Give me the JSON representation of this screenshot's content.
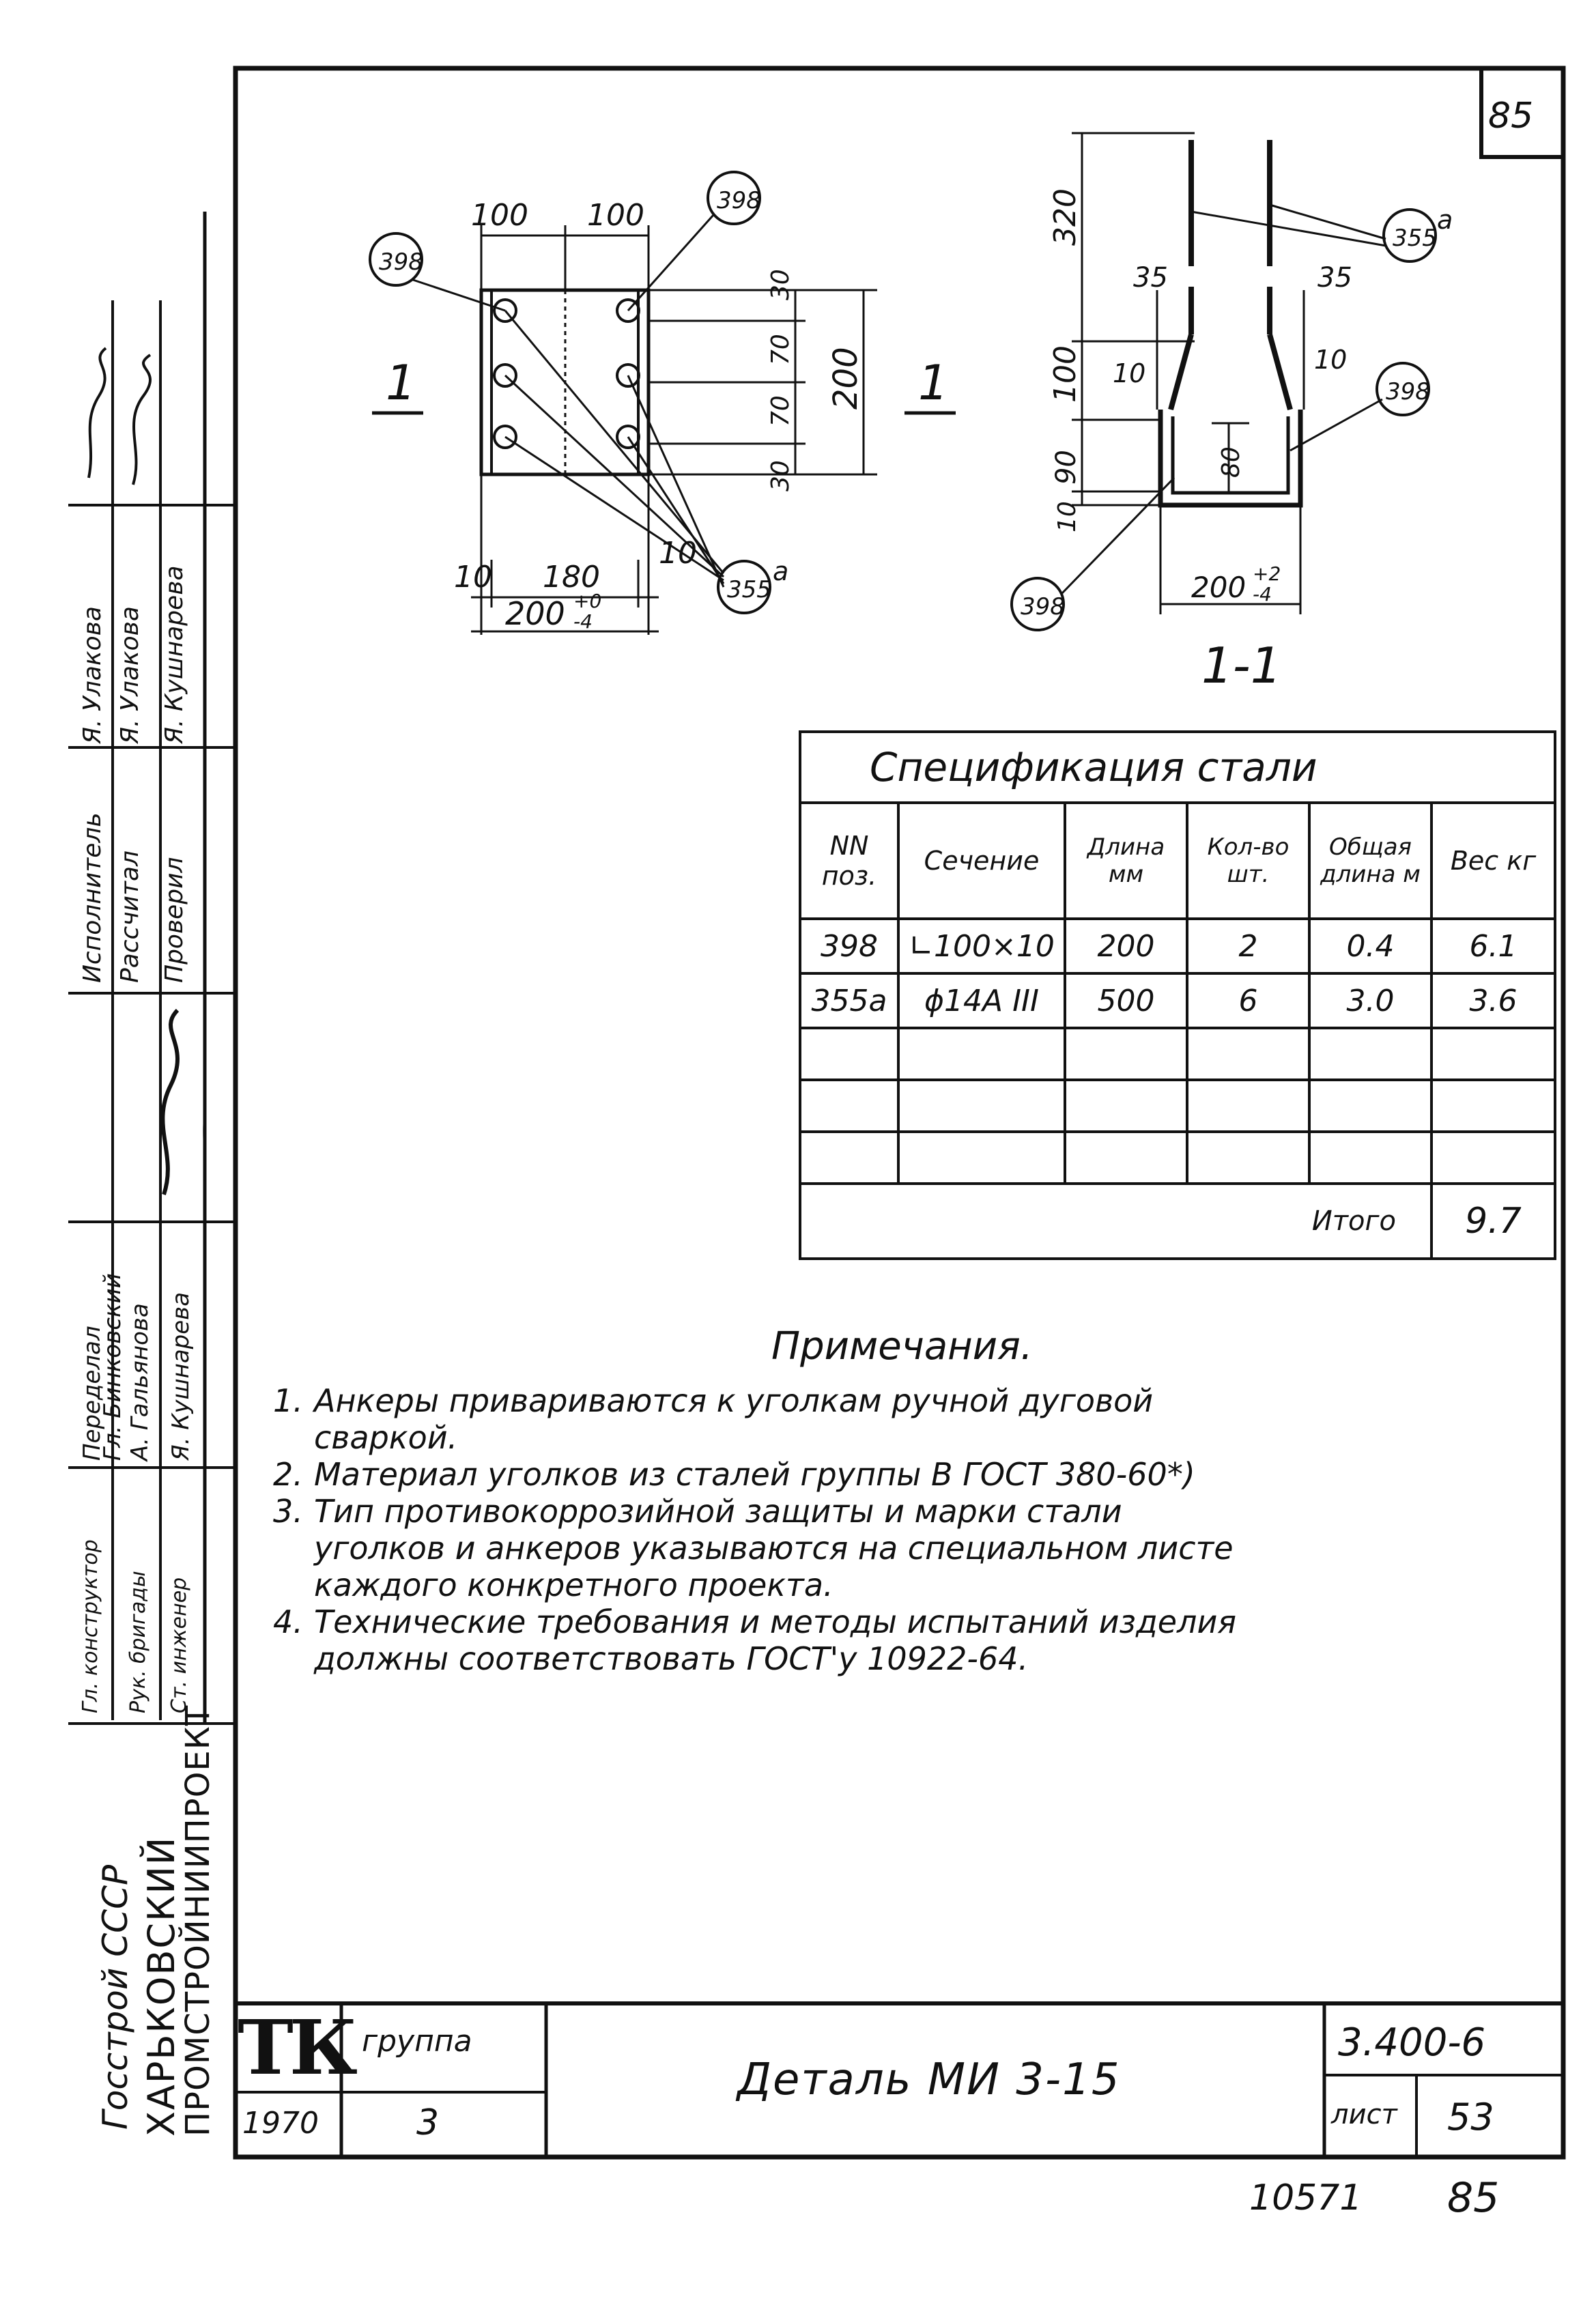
{
  "sheet_number_top": "85",
  "drawing": {
    "plan": {
      "mark": "1",
      "dims_top": [
        "100",
        "100"
      ],
      "dims_bottom": [
        "10",
        "180",
        "10"
      ],
      "overall_width": "200",
      "tolerance": "+0 / -4",
      "dims_right": [
        "30",
        "70",
        "70",
        "30"
      ],
      "overall_height": "200",
      "callouts": [
        "398",
        "398",
        "355"
      ],
      "callout_suffix": "а"
    },
    "section": {
      "mark": "1",
      "label": "1-1",
      "dims_left": [
        "320",
        "100",
        "90",
        "10"
      ],
      "dims_side": [
        "35",
        "35",
        "10",
        "10"
      ],
      "inner_dim": "80",
      "width": "200",
      "tolerance": "+2 / -4",
      "callouts": [
        "355",
        "398",
        "398"
      ],
      "callout_suffix": "а"
    }
  },
  "spec": {
    "title": "Спецификация стали",
    "headers": [
      "NN поз.",
      "Сечение",
      "Длина мм",
      "Кол-во шт.",
      "Общая длина м",
      "Вес кг"
    ],
    "rows": [
      [
        "398",
        "∟100×10",
        "200",
        "2",
        "0.4",
        "6.1"
      ],
      [
        "355а",
        "ϕ14А III",
        "500",
        "6",
        "3.0",
        "3.6"
      ],
      [
        "",
        "",
        "",
        "",
        "",
        ""
      ],
      [
        "",
        "",
        "",
        "",
        "",
        ""
      ],
      [
        "",
        "",
        "",
        "",
        "",
        ""
      ]
    ],
    "total_label": "Итого",
    "total_value": "9.7"
  },
  "notes": {
    "title": "Примечания.",
    "items": [
      {
        "num": "1.",
        "lines": [
          "Анкеры привариваются к уголкам   ручной дуговой",
          "сваркой."
        ]
      },
      {
        "num": "2.",
        "lines": [
          "Материал уголков из сталей группы В ГОСТ 380-60*)"
        ]
      },
      {
        "num": "3.",
        "lines": [
          "Тип противокоррозийной защиты и марки стали",
          "уголков и анкеров указываются на специальном листе",
          "каждого конкретного проекта."
        ]
      },
      {
        "num": "4.",
        "lines": [
          "Технические требования и методы испытаний изделия",
          "должны соответствовать ГОСТ'у 10922-64."
        ]
      }
    ]
  },
  "left_strip": {
    "org1": "Госстрой СССР",
    "org2": "ХАРЬКОВСКИЙ",
    "org3": "ПРОМСТРОЙНИИПРОЕКТ",
    "roles": [
      "Исполнитель",
      "Рассчитал",
      "Проверил"
    ],
    "names1": [
      "Я. Улакова",
      "Я. Улакова",
      "Я. Кушнарева"
    ],
    "roles2": [
      "Переделал",
      "Гл. Бинковский",
      "А. Гальянова",
      "Я. Кушнарева"
    ],
    "roles3": [
      "Гл. конструктор",
      "Рук. бригады",
      "Ст. инженер"
    ]
  },
  "title_block": {
    "logo": "ТК",
    "year": "1970",
    "group_label": "группа",
    "group_value": "3",
    "title": "Деталь МИ 3-15",
    "series": "3.400-6",
    "sheet_label": "лист",
    "sheet_value": "53"
  },
  "bottom": {
    "archive_no": "10571",
    "page": "85"
  }
}
